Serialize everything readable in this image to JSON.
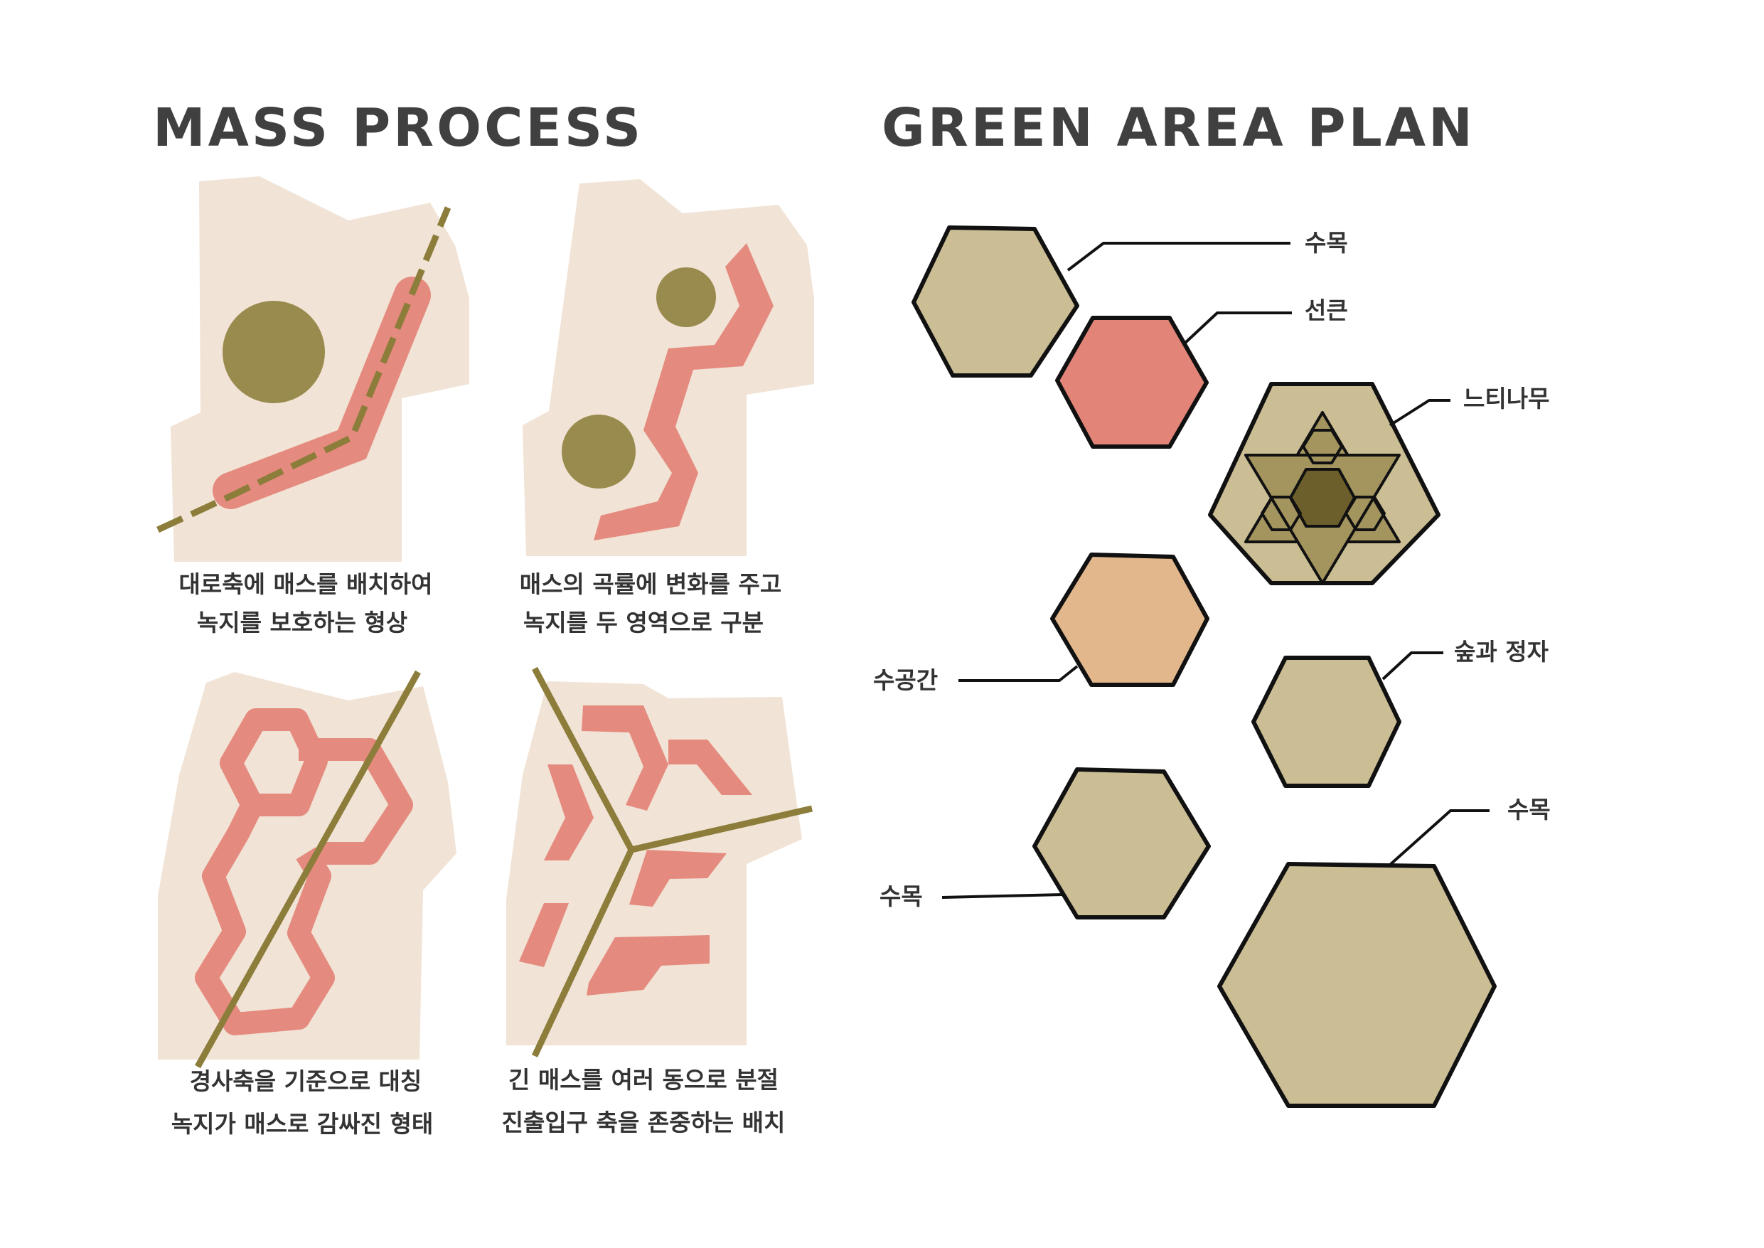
{
  "mass_process": {
    "title": "MASS PROCESS",
    "panels": [
      {
        "line1": "대로축에 매스를 배치하여",
        "line2": "녹지를 보호하는 형상"
      },
      {
        "line1": "매스의 곡률에 변화를 주고",
        "line2": "녹지를 두 영역으로 구분"
      },
      {
        "line1": "경사축을 기준으로 대칭",
        "line2": "녹지가 매스로 감싸진 형태"
      },
      {
        "line1": "긴 매스를 여러 동으로 분절",
        "line2": "진출입구 축을 존중하는 배치"
      }
    ]
  },
  "green_area_plan": {
    "title": "GREEN AREA PLAN",
    "labels": [
      "수목",
      "선큰",
      "느티나무",
      "수공간",
      "숲과 정자",
      "수목",
      "수목"
    ]
  },
  "colors": {
    "site": "#f1e3d5",
    "mass": "#e58a7e",
    "olive": "#8c7d3b",
    "olive_fill": "#998b4d",
    "tree_hex": "#cbbd94",
    "sunken": "#e28478",
    "water": "#e3b78c",
    "zelkova_dark": "#6d5f2c",
    "zelkova_mid": "#a4955f"
  }
}
